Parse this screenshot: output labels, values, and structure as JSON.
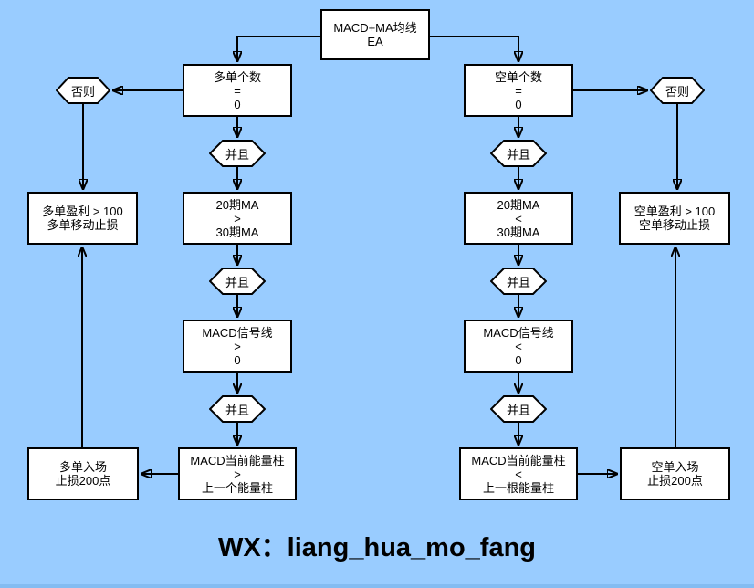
{
  "colors": {
    "background": "#99CCFF",
    "node_fill": "#FFFFFF",
    "line": "#000000"
  },
  "title_box": {
    "line1": "MACD+MA均线",
    "line2": "EA"
  },
  "left_branch": {
    "count": {
      "line1": "多单个数",
      "line2": "=",
      "line3": "0"
    },
    "and_label": "并且",
    "ma": {
      "line1": "20期MA",
      "line2": ">",
      "line3": "30期MA"
    },
    "signal": {
      "line1": "MACD信号线",
      "line2": ">",
      "line3": "0"
    },
    "bar": {
      "line1": "MACD当前能量柱",
      "line2": ">",
      "line3": "上一个能量柱"
    },
    "else_label": "否则",
    "profit": {
      "line1": "多单盈利 > 100",
      "line2": "多单移动止损"
    },
    "entry": {
      "line1": "多单入场",
      "line2": "止损200点"
    }
  },
  "right_branch": {
    "count": {
      "line1": "空单个数",
      "line2": "=",
      "line3": "0"
    },
    "and_label": "并且",
    "ma": {
      "line1": "20期MA",
      "line2": "<",
      "line3": "30期MA"
    },
    "signal": {
      "line1": "MACD信号线",
      "line2": "<",
      "line3": "0"
    },
    "bar": {
      "line1": "MACD当前能量柱",
      "line2": "<",
      "line3": "上一根能量柱"
    },
    "else_label": "否则",
    "profit": {
      "line1": "空单盈利 > 100",
      "line2": "空单移动止损"
    },
    "entry": {
      "line1": "空单入场",
      "line2": "止损200点"
    }
  },
  "footer": {
    "watermark": "WX：liang_hua_mo_fang"
  }
}
